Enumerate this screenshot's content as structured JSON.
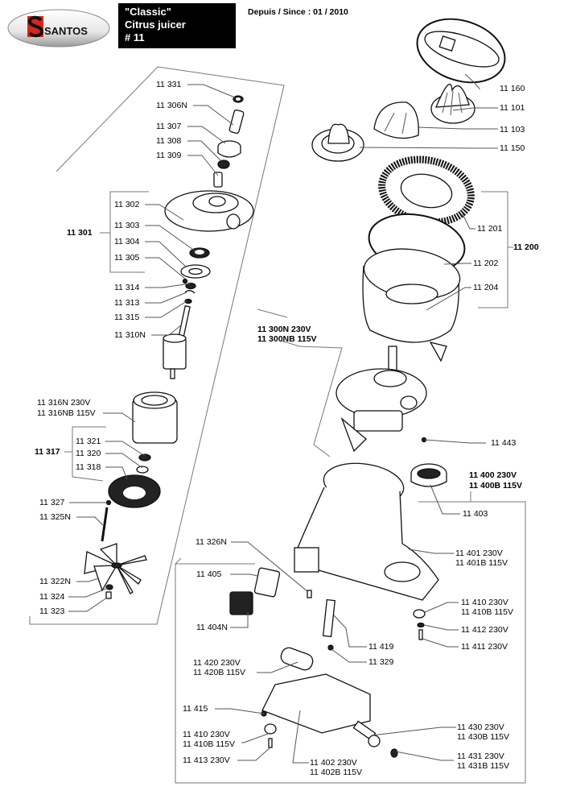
{
  "header": {
    "brand": "SANTOS",
    "brand_colors": {
      "red": "#d7261e",
      "dark": "#111111"
    },
    "title_lines": [
      "\"Classic\"",
      "Citrus juicer",
      " # 11"
    ],
    "since": "Depuis / Since : 01 / 2010"
  },
  "parts": [
    {
      "id": "p11331",
      "label": "11 331"
    },
    {
      "id": "p11306N",
      "label": "11 306N"
    },
    {
      "id": "p11307",
      "label": "11 307"
    },
    {
      "id": "p11308",
      "label": "11 308"
    },
    {
      "id": "p11309",
      "label": "11 309"
    },
    {
      "id": "p11302",
      "label": "11 302"
    },
    {
      "id": "p11301",
      "label": "11 301",
      "assembly": true
    },
    {
      "id": "p11303",
      "label": "11 303"
    },
    {
      "id": "p11304",
      "label": "11 304"
    },
    {
      "id": "p11305",
      "label": "11 305"
    },
    {
      "id": "p11314",
      "label": "11 314"
    },
    {
      "id": "p11313",
      "label": "11 313"
    },
    {
      "id": "p11315",
      "label": "11 315"
    },
    {
      "id": "p11310N",
      "label": "11 310N"
    },
    {
      "id": "p11316N",
      "label": "11 316N 230V"
    },
    {
      "id": "p11316NB",
      "label": "11 316NB 115V"
    },
    {
      "id": "p11317",
      "label": "11 317",
      "assembly": true
    },
    {
      "id": "p11321",
      "label": "11 321"
    },
    {
      "id": "p11320",
      "label": "11 320"
    },
    {
      "id": "p11318",
      "label": "11 318"
    },
    {
      "id": "p11327",
      "label": "11 327"
    },
    {
      "id": "p11325N",
      "label": "11 325N"
    },
    {
      "id": "p11322N",
      "label": "11 322N"
    },
    {
      "id": "p11324",
      "label": "11 324"
    },
    {
      "id": "p11323",
      "label": "11 323"
    },
    {
      "id": "p11160",
      "label": "11 160"
    },
    {
      "id": "p11101",
      "label": "11 101"
    },
    {
      "id": "p11103",
      "label": "11 103"
    },
    {
      "id": "p11150",
      "label": "11 150"
    },
    {
      "id": "p11201",
      "label": "11 201"
    },
    {
      "id": "p11200",
      "label": "11 200",
      "assembly": true
    },
    {
      "id": "p11202",
      "label": "11 202"
    },
    {
      "id": "p11204",
      "label": "11 204"
    },
    {
      "id": "p11300N",
      "label": "11 300N 230V",
      "assembly": true
    },
    {
      "id": "p11300NB",
      "label": "11 300NB 115V",
      "assembly": true
    },
    {
      "id": "p11443",
      "label": "11 443"
    },
    {
      "id": "p11400",
      "label": "11 400 230V",
      "assembly": true
    },
    {
      "id": "p11400B",
      "label": "11 400B 115V",
      "assembly": true
    },
    {
      "id": "p11403",
      "label": "11 403"
    },
    {
      "id": "p11326N",
      "label": "11 326N"
    },
    {
      "id": "p11401",
      "label": "11 401 230V"
    },
    {
      "id": "p11401B",
      "label": "11 401B 115V"
    },
    {
      "id": "p11405",
      "label": "11 405"
    },
    {
      "id": "p11404N",
      "label": "11 404N"
    },
    {
      "id": "p11410a",
      "label": "11 410 230V"
    },
    {
      "id": "p11410Ba",
      "label": "11 410B 115V"
    },
    {
      "id": "p11412",
      "label": "11 412 230V"
    },
    {
      "id": "p11411",
      "label": "11 411 230V"
    },
    {
      "id": "p11419",
      "label": "11 419"
    },
    {
      "id": "p11329",
      "label": "11 329"
    },
    {
      "id": "p11420",
      "label": "11 420 230V"
    },
    {
      "id": "p11420B",
      "label": "11 420B 115V"
    },
    {
      "id": "p11415",
      "label": "11 415"
    },
    {
      "id": "p11410b",
      "label": "11 410 230V"
    },
    {
      "id": "p11410Bb",
      "label": "11 410B 115V"
    },
    {
      "id": "p11413",
      "label": "11 413 230V"
    },
    {
      "id": "p11402",
      "label": "11 402 230V"
    },
    {
      "id": "p11402B",
      "label": "11 402B 115V"
    },
    {
      "id": "p11430",
      "label": "11 430 230V"
    },
    {
      "id": "p11430B",
      "label": "11 430B 115V"
    },
    {
      "id": "p11431",
      "label": "11 431 230V"
    },
    {
      "id": "p11431B",
      "label": "11 431B 115V"
    }
  ]
}
